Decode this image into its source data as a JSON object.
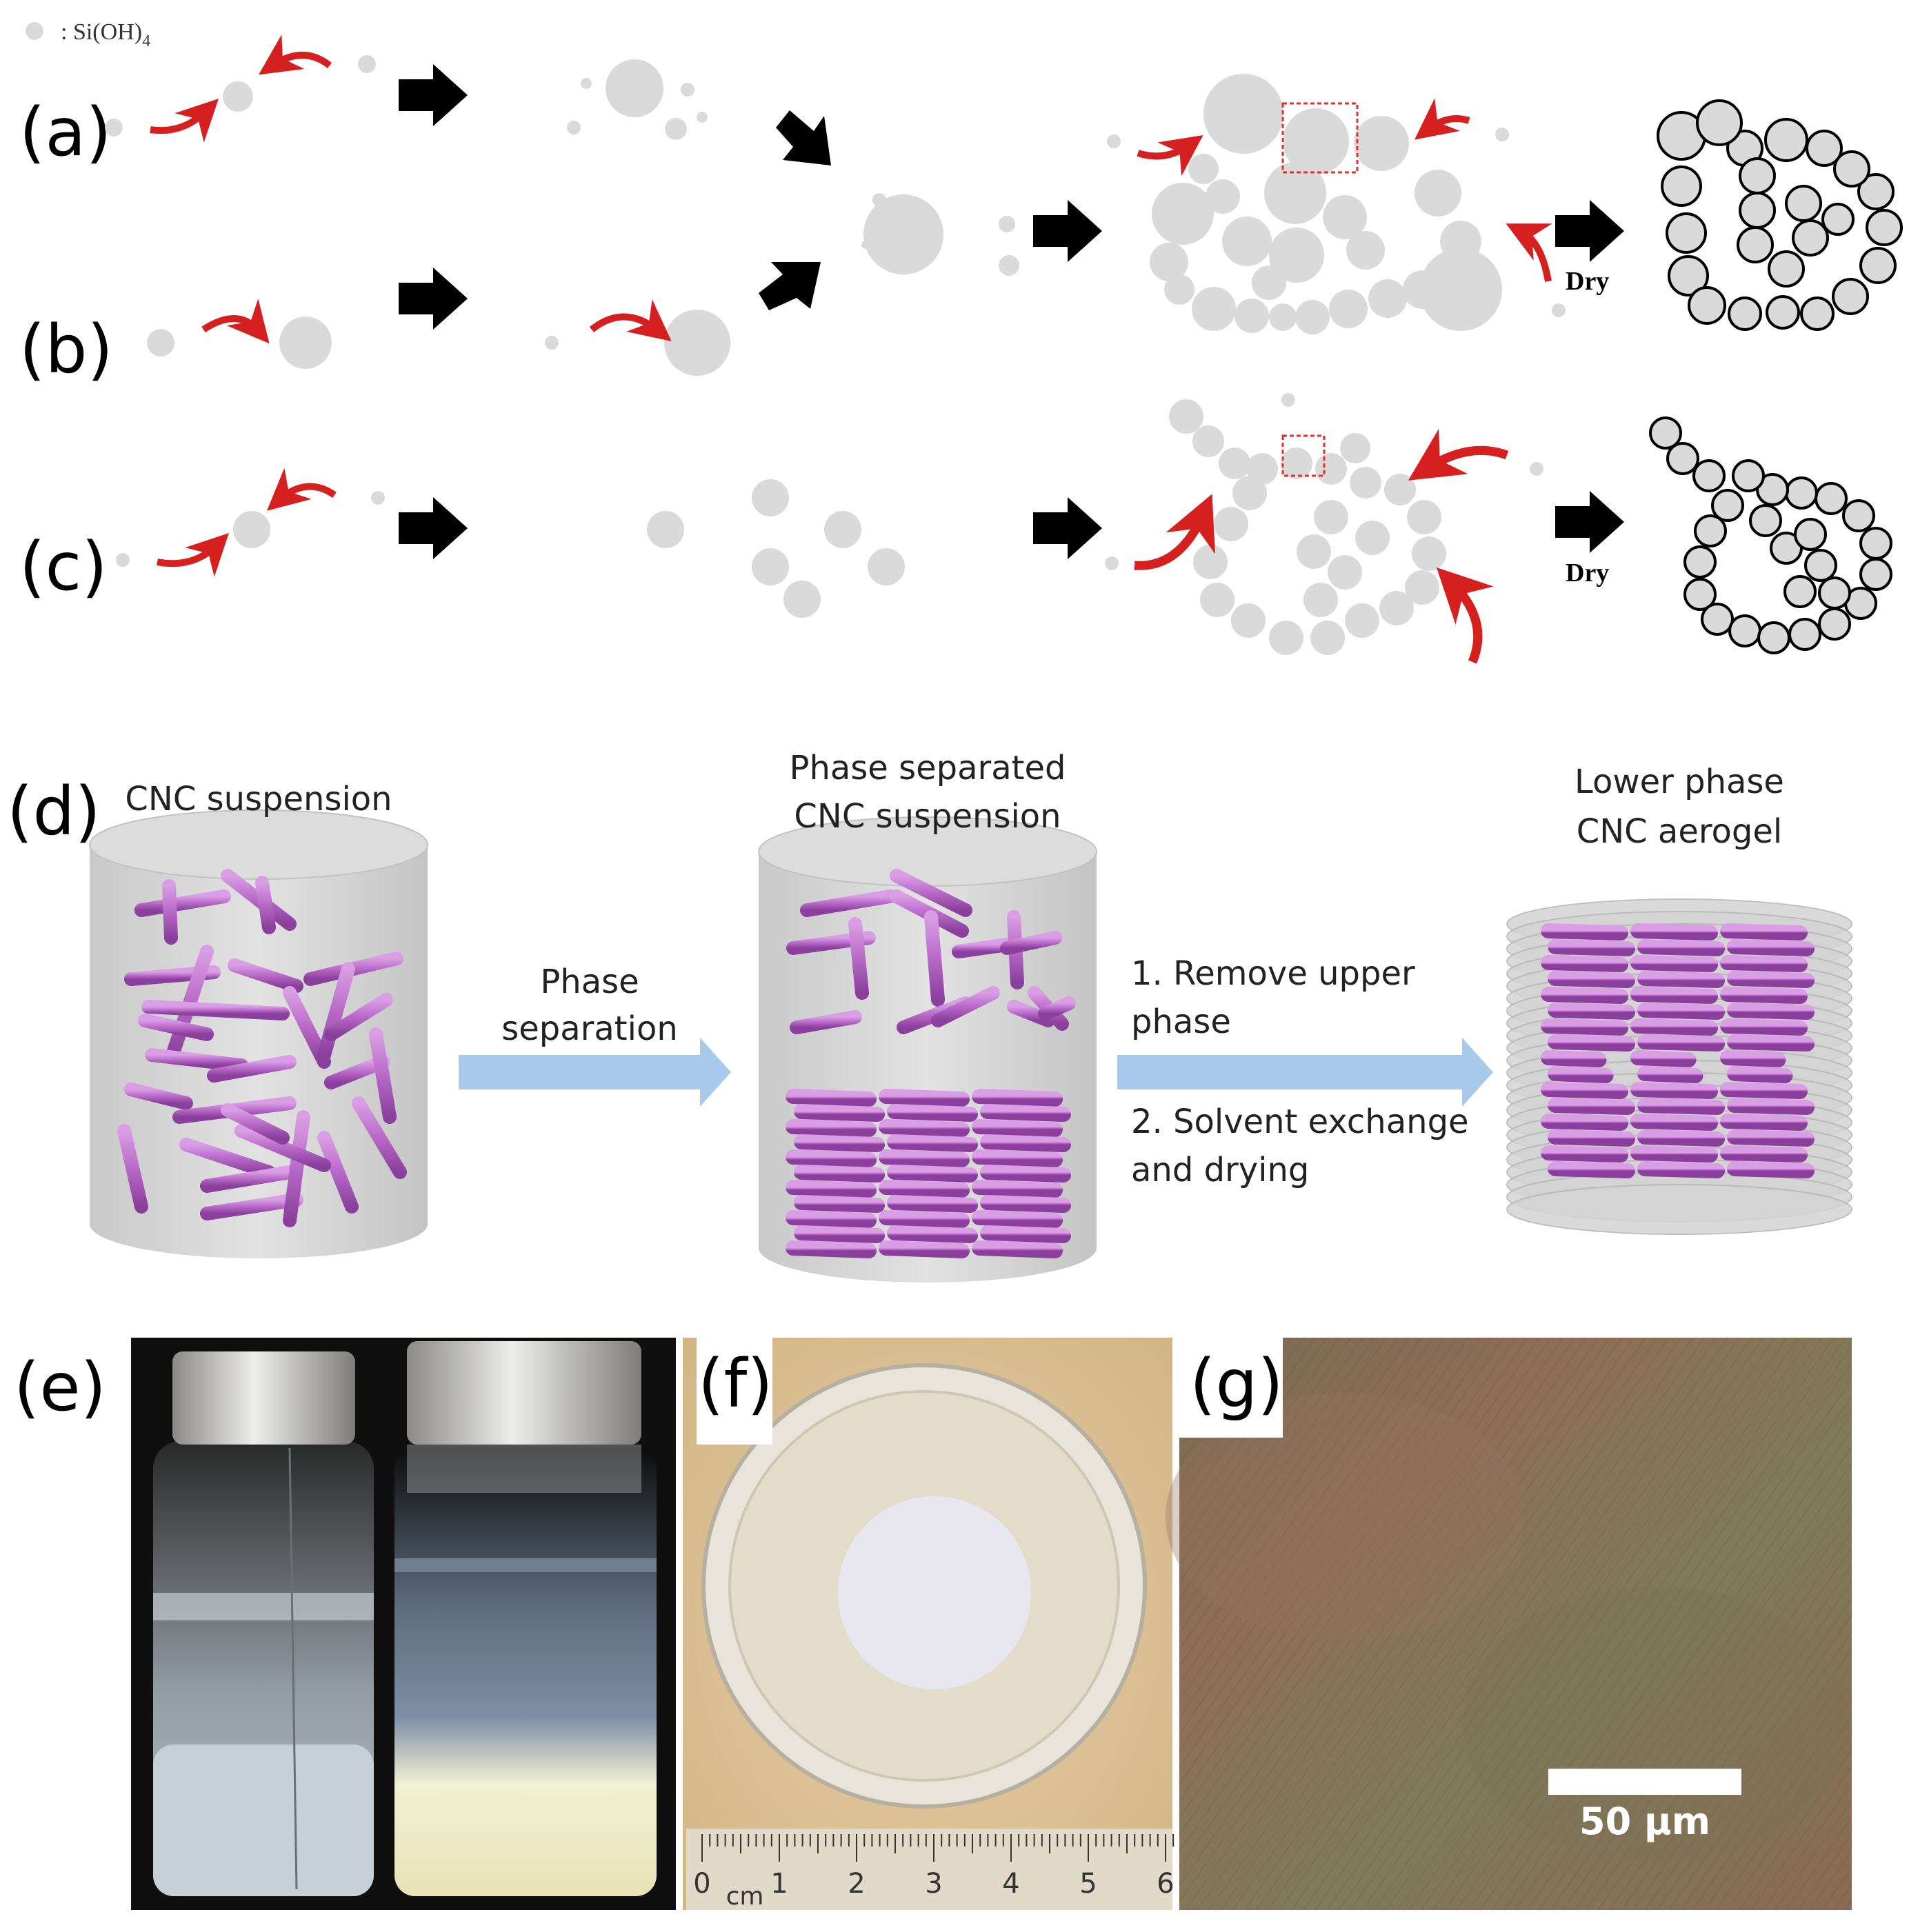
{
  "legend": {
    "label": ": Si(OH)",
    "subscript": "4"
  },
  "panels": {
    "a": "(a)",
    "b": "(b)",
    "c": "(c)",
    "d": "(d)",
    "e": "(e)",
    "f": "(f)",
    "g": "(g)"
  },
  "steps": {
    "dry_top": "Dry",
    "dry_bottom": "Dry"
  },
  "cylinders": {
    "first": "CNC suspension",
    "second_line1": "Phase separated",
    "second_line2": "CNC suspension",
    "third_line1": "Lower phase",
    "third_line2": "CNC aerogel"
  },
  "process": {
    "step1_line1": "Phase",
    "step1_line2": "separation",
    "step2_line1": "1. Remove upper",
    "step2_line2": "phase",
    "step2_line3": "2. Solvent exchange",
    "step2_line4": "and drying"
  },
  "ruler": {
    "unit": "cm",
    "ticks": [
      "0",
      "1",
      "2",
      "3",
      "4",
      "5",
      "6"
    ]
  },
  "scalebar": {
    "label": "50 μm"
  },
  "colors": {
    "particle": "#dadada",
    "arrow": "#000000",
    "reaction_arrow": "#d61f1f",
    "rod": "#b869c8",
    "process_arrow": "#a9c9ea",
    "highlight_box": "#e03030"
  }
}
